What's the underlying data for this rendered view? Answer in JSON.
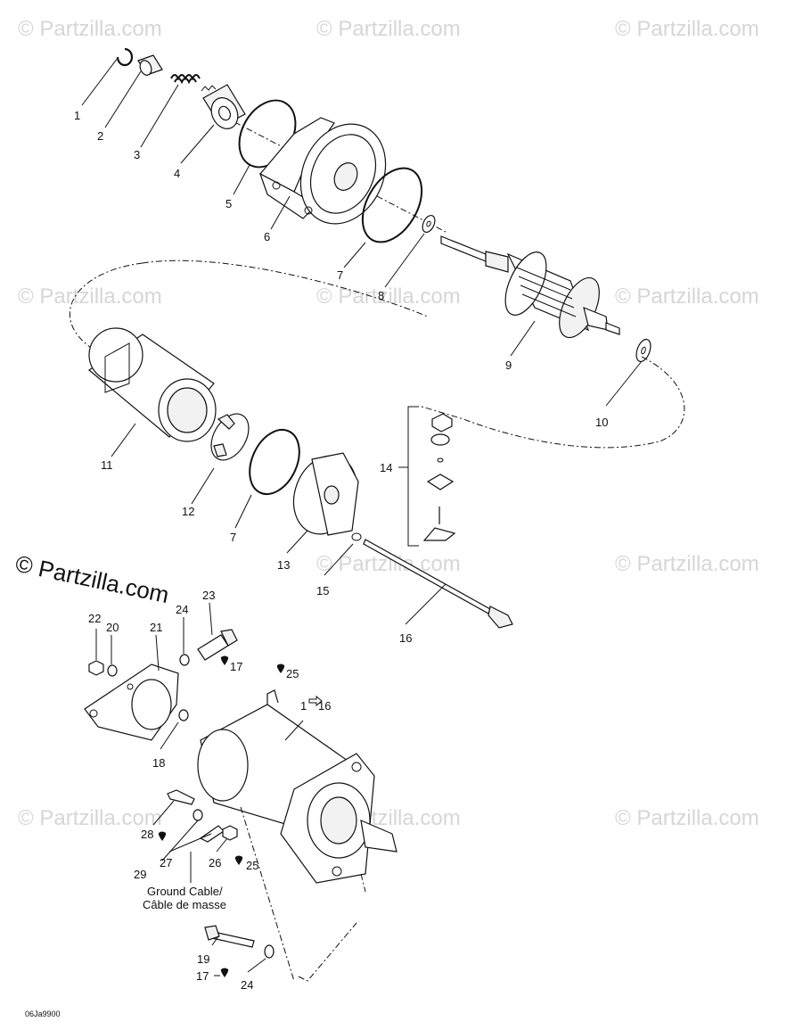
{
  "watermark": {
    "text": "© Partzilla.com",
    "main_text": "© Partzilla.com"
  },
  "diagram_code": "06Ja9900",
  "callouts": {
    "c1": "1",
    "c2": "2",
    "c3": "3",
    "c4": "4",
    "c5": "5",
    "c6": "6",
    "c7a": "7",
    "c8": "8",
    "c9": "9",
    "c10": "10",
    "c11": "11",
    "c12": "12",
    "c7b": "7",
    "c13": "13",
    "c14": "14",
    "c15": "15",
    "c16": "16",
    "c22": "22",
    "c20": "20",
    "c21": "21",
    "c24a": "24",
    "c23": "23",
    "c17a": "17",
    "c25a": "25",
    "c1to16": "1",
    "c1to16b": "16",
    "c18": "18",
    "c28": "28",
    "c29": "29",
    "c27": "27",
    "c26": "26",
    "c25b": "25",
    "c19": "19",
    "c17b": "17",
    "c24b": "24"
  },
  "ground_cable": {
    "line1": "Ground Cable/",
    "line2": "Câble de masse"
  },
  "colors": {
    "ink": "#111111",
    "watermark": "#d6d6d6"
  },
  "icons": [
    "loctite-drop-icon",
    "arrow-right-icon"
  ]
}
